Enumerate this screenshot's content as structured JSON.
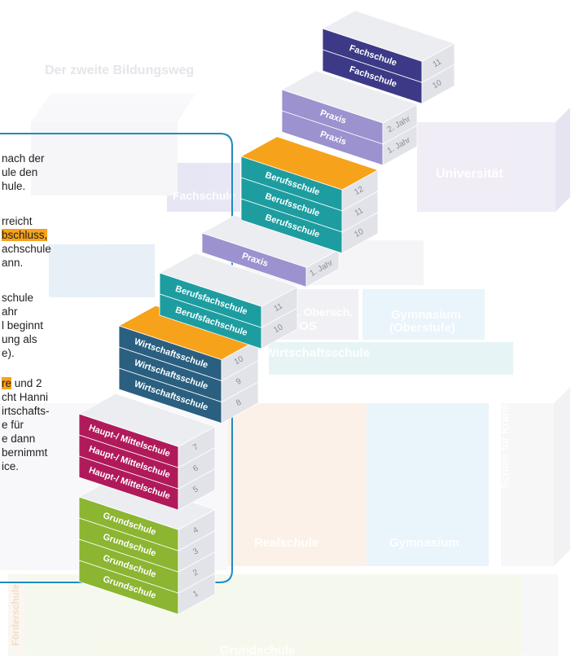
{
  "background": {
    "title": "Der zweite Bildungsweg",
    "labels": {
      "universitaet": "Universität",
      "fachschule": "Fachschule",
      "gymnasium_oberstufe_1": "Gymnasium",
      "gymnasium_oberstufe_2": "(Oberstufe)",
      "fos_1": "Fachl. Obersch.",
      "fos_2": "FOS",
      "wirtschaftsschule_bg": "Wirtschaftsschule",
      "realschule": "Realschule",
      "gymnasium": "Gymnasium",
      "schule_fuer_kranke": "Schule für Kranke",
      "grundschule": "Grundschule",
      "foerderschule": "Förderschule"
    }
  },
  "text_box": {
    "lines": [
      "nach der",
      "ule den",
      "hule.",
      "",
      "rreicht",
      "bschluss,",
      "achschule",
      "ann.",
      "",
      "schule",
      "ahr",
      "l beginnt",
      "ung als",
      "e).",
      "",
      "re und 2",
      "cht Hanni",
      "irtschafts-",
      "e für",
      "e dann",
      "bernimmt",
      "ice."
    ]
  },
  "stairs": [
    {
      "name": "grundschule",
      "color": "#8cb531",
      "rows": [
        {
          "label": "Grundschule",
          "num": "1"
        },
        {
          "label": "Grundschule",
          "num": "2"
        },
        {
          "label": "Grundschule",
          "num": "3"
        },
        {
          "label": "Grundschule",
          "num": "4"
        }
      ]
    },
    {
      "name": "hauptschule",
      "color": "#b01a5a",
      "rows": [
        {
          "label": "Haupt-/ Mittelschule",
          "num": "5"
        },
        {
          "label": "Haupt-/ Mittelschule",
          "num": "6"
        },
        {
          "label": "Haupt-/ Mittelschule",
          "num": "7"
        }
      ]
    },
    {
      "name": "wirtschaftsschule",
      "color": "#2a5f80",
      "rows": [
        {
          "label": "Wirtschaftsschule",
          "num": "8"
        },
        {
          "label": "Wirtschaftsschule",
          "num": "9"
        },
        {
          "label": "Wirtschaftsschule",
          "num": "10"
        }
      ]
    },
    {
      "name": "berufsfachschule",
      "color": "#1d9da0",
      "rows": [
        {
          "label": "Berufsfachschule",
          "num": "10"
        },
        {
          "label": "Berufsfachschule",
          "num": "11"
        }
      ]
    },
    {
      "name": "praxis1",
      "color": "#9b92cf",
      "rows": [
        {
          "label": "Praxis",
          "num": "1. Jahr"
        }
      ]
    },
    {
      "name": "berufsschule",
      "color": "#1d9da0",
      "rows": [
        {
          "label": "Berufsschule",
          "num": "10"
        },
        {
          "label": "Berufsschule",
          "num": "11"
        },
        {
          "label": "Berufsschule",
          "num": "12"
        }
      ]
    },
    {
      "name": "praxis2",
      "color": "#9b92cf",
      "rows": [
        {
          "label": "Praxis",
          "num": "1. Jahr"
        },
        {
          "label": "Praxis",
          "num": "2. Jahr"
        }
      ]
    },
    {
      "name": "fachschule",
      "color": "#3c3a87",
      "rows": [
        {
          "label": "Fachschule",
          "num": "10"
        },
        {
          "label": "Fachschule",
          "num": "11"
        }
      ]
    }
  ],
  "colors": {
    "orange": "#f7a21b",
    "frame_blue": "#1e8bc3",
    "top_grey": "#ecedf1",
    "number_side": "#e1e3e8"
  }
}
